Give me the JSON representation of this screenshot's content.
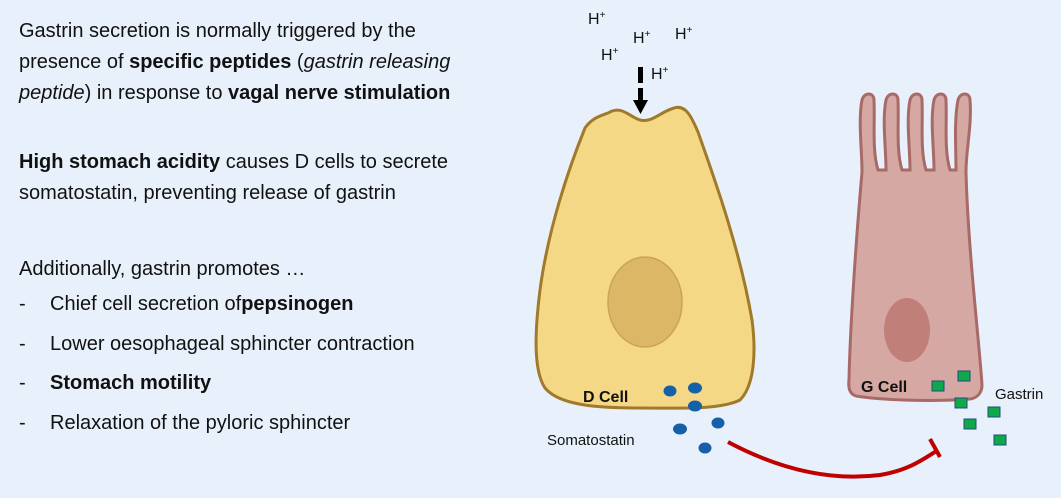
{
  "text": {
    "para1": {
      "s1": "Gastrin secretion is normally triggered by the",
      "s2": "presence of ",
      "s3": "specific peptides",
      "s4": " (",
      "s5": "gastrin releasing",
      "s6": "peptide",
      "s7": ") in response to ",
      "s8": "vagal nerve stimulation"
    },
    "para2": {
      "s1": "High stomach acidity",
      "s2": " causes D cells to secrete",
      "s3": "somatostatin, preventing release of gastrin"
    },
    "para3": "Additionally, gastrin promotes …",
    "bullets": [
      {
        "dash": "-",
        "pre": "Chief cell secretion of ",
        "bold": "pepsinogen",
        "post": ""
      },
      {
        "dash": "-",
        "pre": "Lower oesophageal sphincter contraction",
        "bold": "",
        "post": ""
      },
      {
        "dash": "-",
        "pre": "",
        "bold": "Stomach motility",
        "post": ""
      },
      {
        "dash": "-",
        "pre": "Relaxation of the pyloric sphincter",
        "bold": "",
        "post": ""
      }
    ]
  },
  "diagram": {
    "h_ion": "H",
    "h_charge": "+",
    "d_cell_label": "D Cell",
    "g_cell_label": "G Cell",
    "somatostatin_label": "Somatostatin",
    "gastrin_label": "Gastrin",
    "colors": {
      "background": "#e8f1fb",
      "d_cell_fill": "#f5d886",
      "d_cell_stroke": "#a07a2a",
      "d_nucleus": "#dcb766",
      "g_cell_fill": "#d6a8a3",
      "g_cell_stroke": "#a86a66",
      "g_nucleus": "#c17f79",
      "somatostatin": "#1560a8",
      "gastrin": "#0fa84a",
      "inhibition": "#c00000"
    }
  }
}
